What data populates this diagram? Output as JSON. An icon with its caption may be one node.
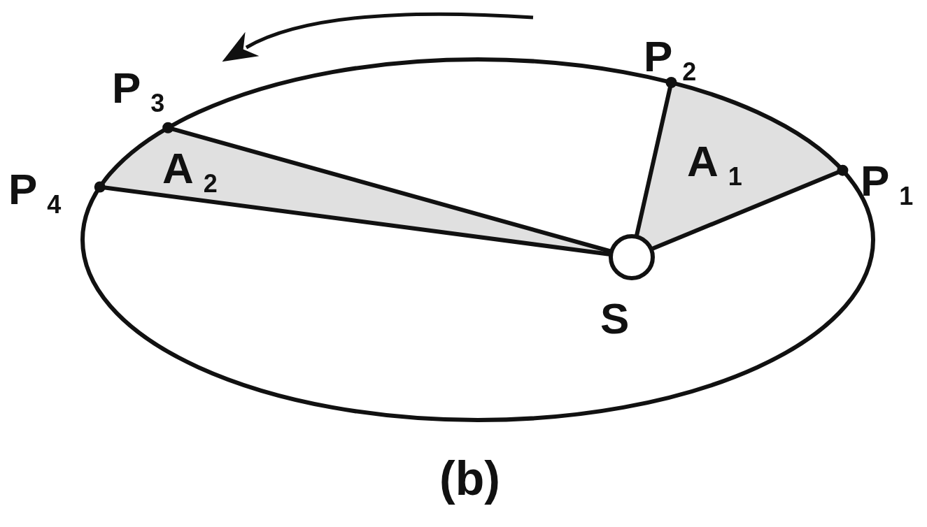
{
  "diagram": {
    "caption": "(b)",
    "labels": [
      "P$_{2}$",
      "P$_{3}$",
      "A$_{1}$",
      "P$_{1}$",
      "P$_{4}$",
      "A$_{2}$",
      "S"
    ]
  }
}
